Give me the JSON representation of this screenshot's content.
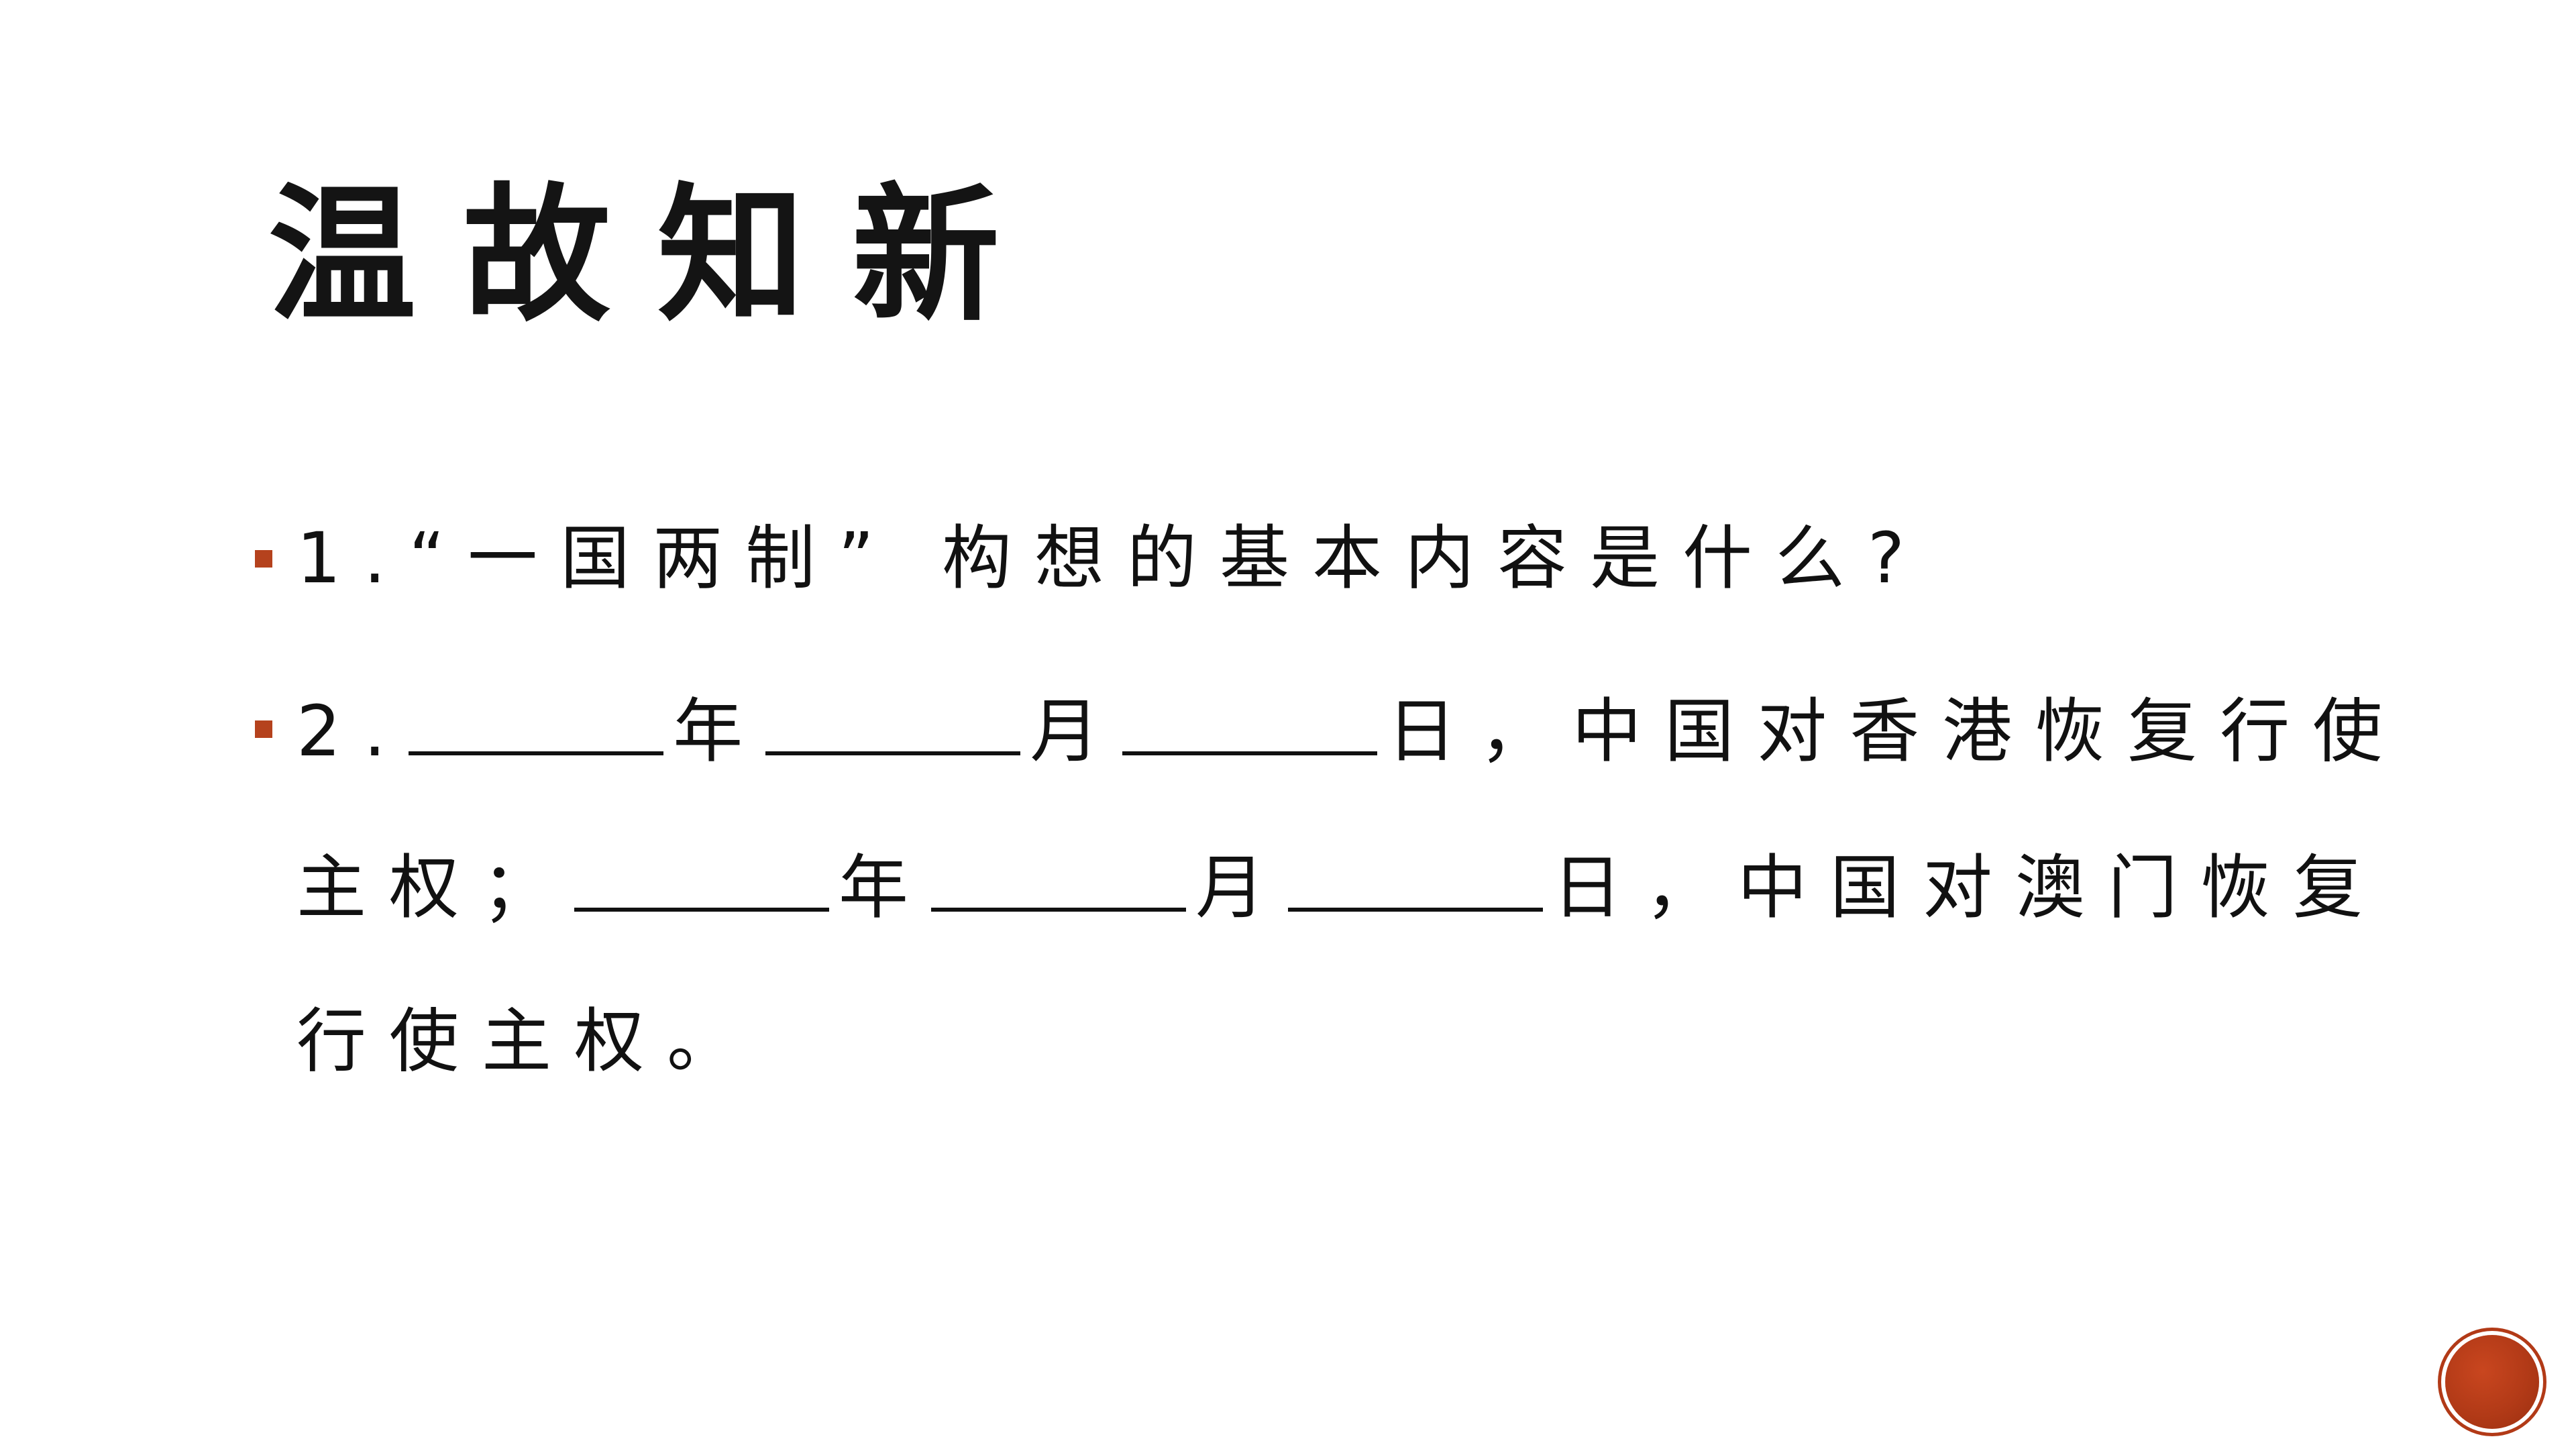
{
  "slide": {
    "title": "温故知新",
    "q1": {
      "text": "1.“一国两制” 构想的基本内容是什么?"
    },
    "q2": {
      "prefix": "2.",
      "line1_year": "年",
      "line1_month": "月",
      "line1_day_suffix": "日，中国对香港恢复行使",
      "line2_prefix": "主权；",
      "line2_year": "年",
      "line2_month": "月",
      "line2_day_suffix": "日，中国对澳门恢复",
      "line3": "行使主权。"
    }
  },
  "colors": {
    "accent": "#b5421d",
    "text": "#111111",
    "background": "#ffffff"
  }
}
